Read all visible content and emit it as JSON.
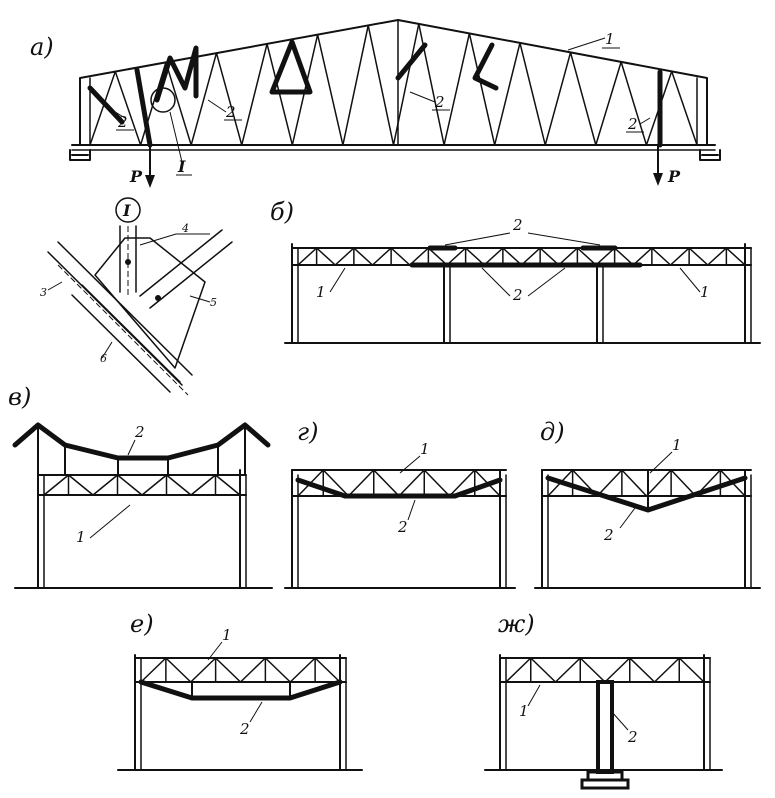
{
  "sections": {
    "a": "а)",
    "b": "б)",
    "v": "в)",
    "g": "г)",
    "d": "д)",
    "e": "е)",
    "zh": "ж)"
  },
  "labels": {
    "one": "1",
    "two": "2",
    "three": "3",
    "four": "4",
    "five": "5",
    "six": "6",
    "detail_mark": "I",
    "load": "P"
  },
  "colors": {
    "ink": "#111111",
    "paper": "#ffffff"
  }
}
